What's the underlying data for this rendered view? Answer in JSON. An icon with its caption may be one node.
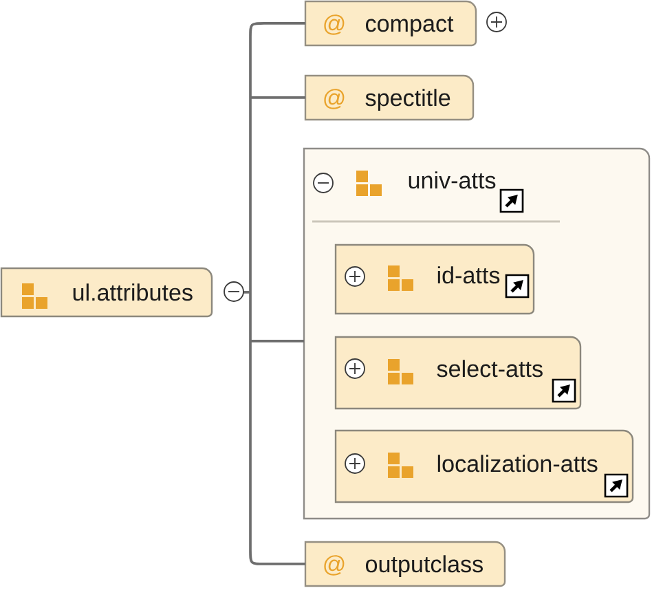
{
  "diagram": {
    "nodes": [
      {
        "text": [
          "ul.attributes"
        ]
      },
      {
        "text": [
          "@",
          "compact"
        ]
      },
      {
        "text": [
          "@",
          "spectitle"
        ]
      },
      {
        "text": [
          "univ-atts"
        ]
      },
      {
        "text": [
          "id-atts"
        ],
        "in": 3
      },
      {
        "text": [
          "select-atts"
        ],
        "in": 3
      },
      {
        "text": [
          "localization-atts"
        ],
        "in": 3
      },
      {
        "text": [
          "@",
          "outputclass"
        ]
      }
    ],
    "edges": [
      {
        "from": 0,
        "to": 1,
        "arrow": "none"
      },
      {
        "from": 0,
        "to": 2,
        "arrow": "none"
      },
      {
        "from": 0,
        "to": 3,
        "arrow": "none"
      },
      {
        "from": 0,
        "to": 7,
        "arrow": "none"
      }
    ]
  }
}
